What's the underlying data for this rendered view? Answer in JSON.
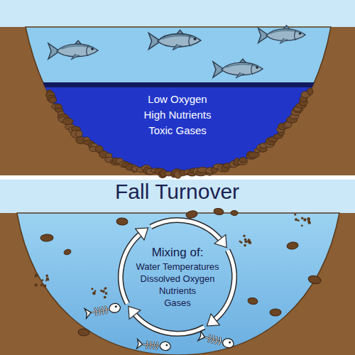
{
  "diagram": {
    "title": "Fall Turnover",
    "nodes": [
      {
        "text": [
          "Low Oxygen",
          "High Nutrients",
          "Toxic Gases"
        ]
      },
      {
        "text": [
          "Mixing of:",
          "Water Temperatures",
          "Dissolved Oxygen",
          "Nutrients",
          "Gases"
        ]
      }
    ]
  }
}
